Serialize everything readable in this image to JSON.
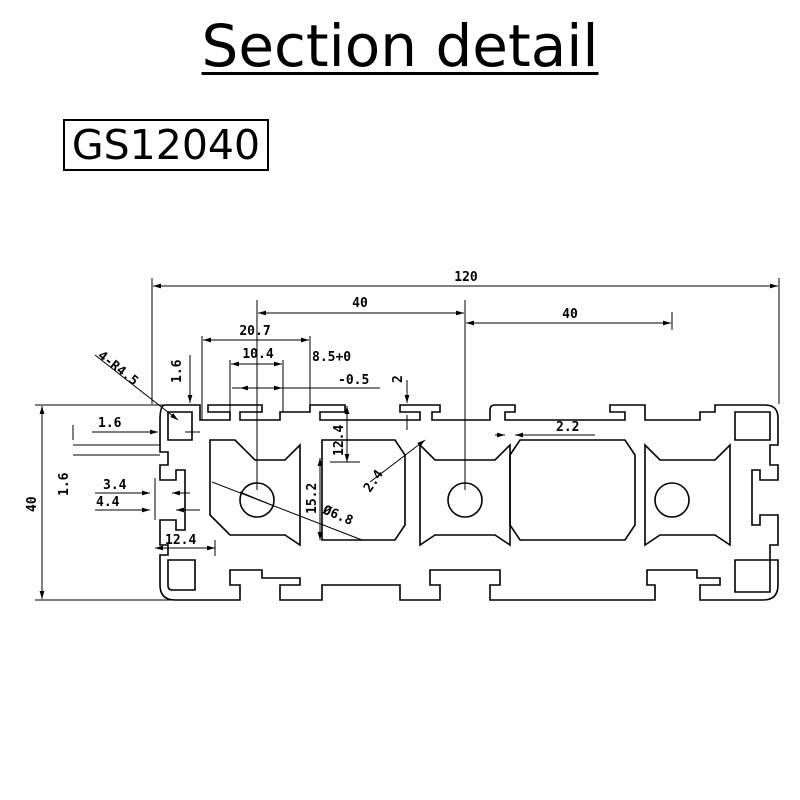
{
  "title": "Section detail",
  "model": "GS12040",
  "dimensions": {
    "overall_width": "120",
    "overall_height": "40",
    "pitch_1": "40",
    "pitch_2": "40",
    "slot_outer": "20.7",
    "slot_inner": "10.4",
    "slot_depth": "8.5+0",
    "slot_depth_tol": "-0.5",
    "lip": "2",
    "corner_radius": "4-R4.5",
    "wall_top": "1.6",
    "wall_left": "1.6",
    "wall_side": "1.6",
    "groove_3": "3.4",
    "groove_4": "4.4",
    "inner_12": "12.4",
    "inner_12b": "12.4",
    "inner_15": "15.2",
    "bore": "Ø6.8",
    "web_2_4": "2.4",
    "web_2_2": "2.2"
  }
}
